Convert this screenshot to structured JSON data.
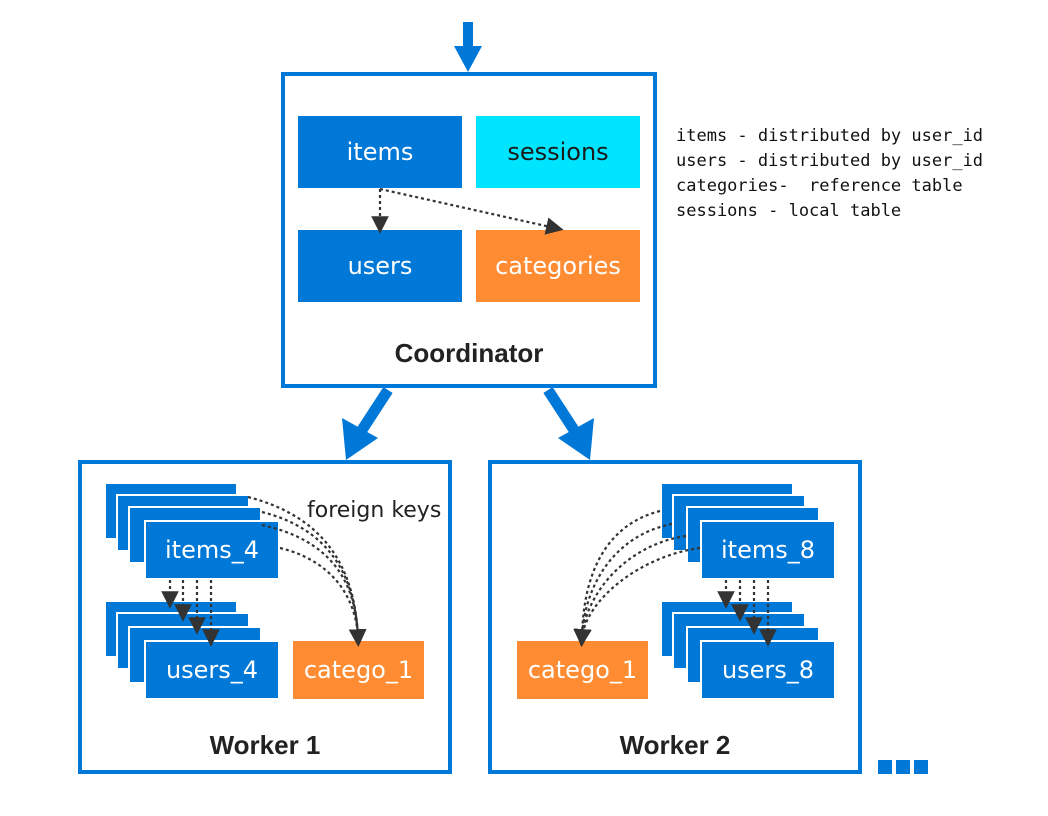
{
  "coordinator": {
    "title": "Coordinator",
    "tables": {
      "items": "items",
      "sessions": "sessions",
      "users": "users",
      "categories": "categories"
    }
  },
  "legend": [
    "items - distributed by user_id",
    "users - distributed by user_id",
    "categories-  reference table",
    "sessions - local table"
  ],
  "worker1": {
    "title": "Worker 1",
    "items_shard": "items_4",
    "users_shard": "users_4",
    "category": "catego_1",
    "fk_label": "foreign keys"
  },
  "worker2": {
    "title": "Worker 2",
    "items_shard": "items_8",
    "users_shard": "users_8",
    "category": "catego_1"
  },
  "colors": {
    "blue": "#0078d7",
    "cyan": "#00e5ff",
    "orange": "#ff8c32"
  }
}
